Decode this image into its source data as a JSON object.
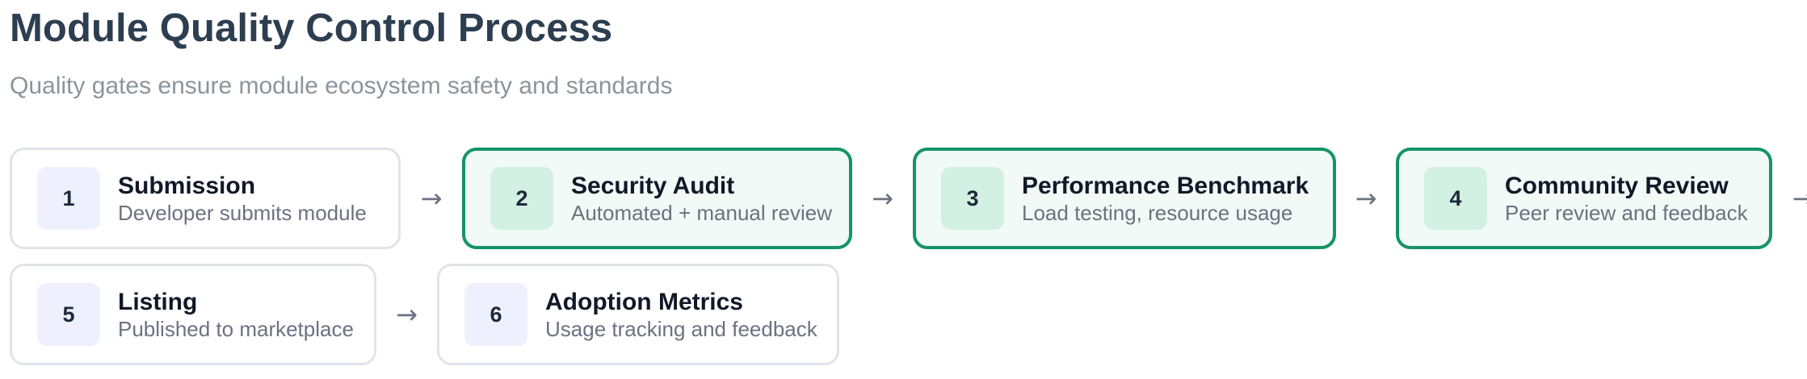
{
  "header": {
    "title": "Module Quality Control Process",
    "subtitle": "Quality gates ensure module ecosystem safety and standards"
  },
  "flow": {
    "arrow_glyph": "→",
    "steps": [
      {
        "number": "1",
        "title": "Submission",
        "description": "Developer submits module",
        "highlighted": false
      },
      {
        "number": "2",
        "title": "Security Audit",
        "description": "Automated + manual review",
        "highlighted": true
      },
      {
        "number": "3",
        "title": "Performance Benchmark",
        "description": "Load testing, resource usage",
        "highlighted": true
      },
      {
        "number": "4",
        "title": "Community Review",
        "description": "Peer review and feedback",
        "highlighted": true
      },
      {
        "number": "5",
        "title": "Listing",
        "description": "Published to marketplace",
        "highlighted": false
      },
      {
        "number": "6",
        "title": "Adoption Metrics",
        "description": "Usage tracking and feedback",
        "highlighted": false
      }
    ]
  },
  "colors": {
    "title": "#2c3e50",
    "subtitle": "#8a959c",
    "highlight_border": "#159466",
    "highlight_fill": "#f1faf6",
    "highlight_badge": "#d3f1e3",
    "default_border": "#e1e4e7",
    "default_badge": "#eef1fd"
  }
}
